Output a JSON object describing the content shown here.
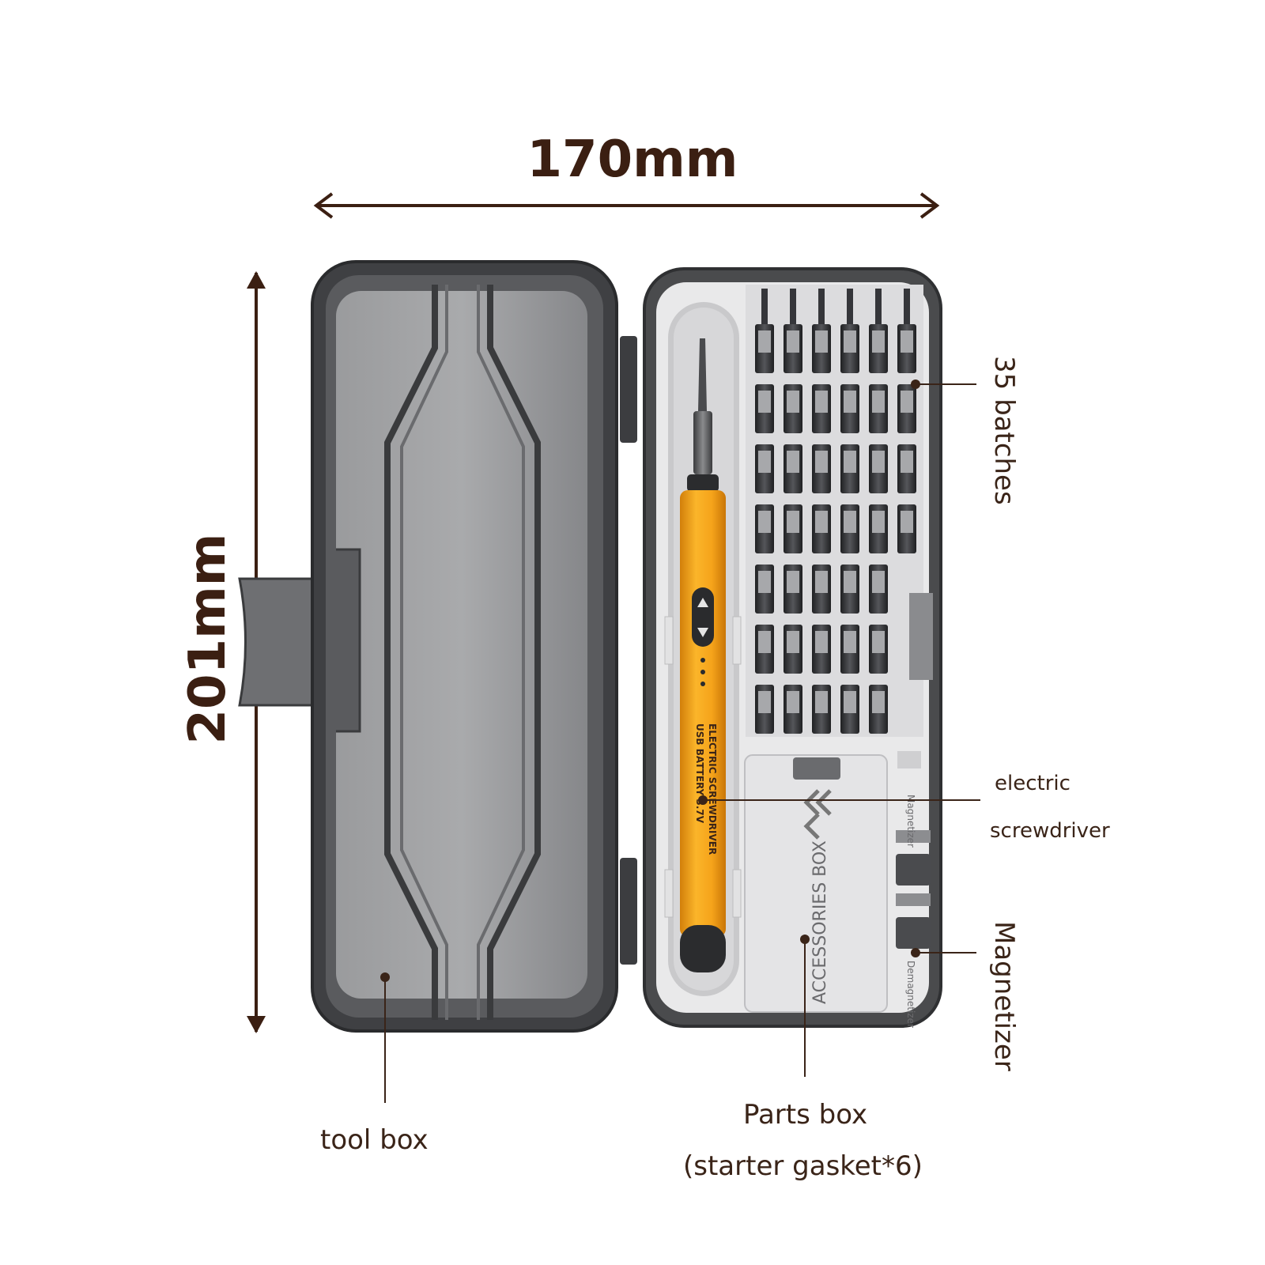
{
  "dimensions": {
    "width": "170mm",
    "height": "201mm"
  },
  "callouts": {
    "bits": "35 batches",
    "screwdriver_line1": "electric",
    "screwdriver_line2": "screwdriver",
    "magnetizer": "Magnetizer",
    "tool_box": "tool box",
    "parts_box_line1": "Parts box",
    "parts_box_line2": "(starter gasket*6)"
  },
  "product_print": {
    "screwdriver_line1": "ELECTRIC SCREWDRIVER",
    "screwdriver_line2": "USB BATTERY 3.7V",
    "accessories_box": "ACCESSORIES   BOX",
    "magnetizer_label": "Magnetizer",
    "demagnetizer_label": "Demagnetizer"
  },
  "colors": {
    "dimension_line": "#3b1f12",
    "case_shell": "#4a4b4d",
    "lid_inner": "#8e8f91",
    "tray": "#e9e9ea",
    "driver_body": "#f4a51c",
    "bit_dark": "#2d2e30"
  }
}
